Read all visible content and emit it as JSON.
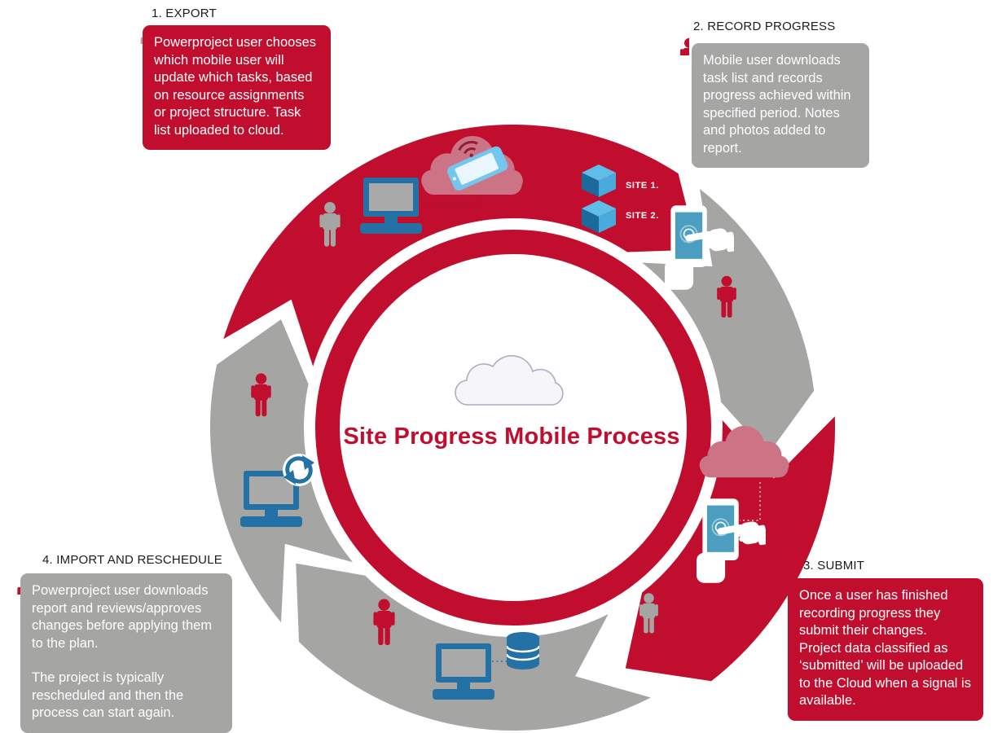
{
  "title": "Site Progress Mobile Process",
  "colors": {
    "red": "#C10E2E",
    "gray": "#A5A5A4",
    "blue": "#2371A5",
    "pink": "#CD7386",
    "heading_text": "#1C1C1C",
    "box_text": "#FFFFFF"
  },
  "steps": [
    {
      "label": "1. EXPORT",
      "person_color": "gray",
      "box_color": "red",
      "paragraphs": [
        "Powerproject user chooses which mobile user will update which tasks, based on resource assignments or project structure. Task list uploaded to cloud."
      ]
    },
    {
      "label": "2. RECORD PROGRESS",
      "person_color": "red",
      "box_color": "gray",
      "paragraphs": [
        "Mobile user downloads task list and records progress achieved within specified period. Notes and photos added to report."
      ]
    },
    {
      "label": "3. SUBMIT",
      "person_color": "gray",
      "box_color": "red",
      "paragraphs": [
        "Once a user has finished recording progress they submit their changes. Project data classified as ‘submitted’ will be uploaded to the Cloud when a signal is available."
      ]
    },
    {
      "label": "4. IMPORT AND RESCHEDULE",
      "person_color": "red",
      "box_color": "gray",
      "paragraphs": [
        "Powerproject user downloads report and reviews/approves changes before applying them to the plan.",
        "The project is typically rescheduled and then the process can start again."
      ]
    }
  ],
  "ring": {
    "site_labels": [
      "SITE 1.",
      "SITE 2."
    ]
  }
}
